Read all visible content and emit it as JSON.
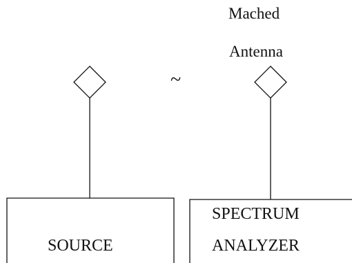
{
  "antenna_label_line1": "Mached",
  "antenna_label_line2": "Antenna",
  "tilde_symbol": "~",
  "source_label": "SOURCE",
  "analyzer_label_line1": "SPECTRUM",
  "analyzer_label_line2": "ANALYZER",
  "colors": {
    "line": "#111111",
    "background": "#ffffff"
  }
}
